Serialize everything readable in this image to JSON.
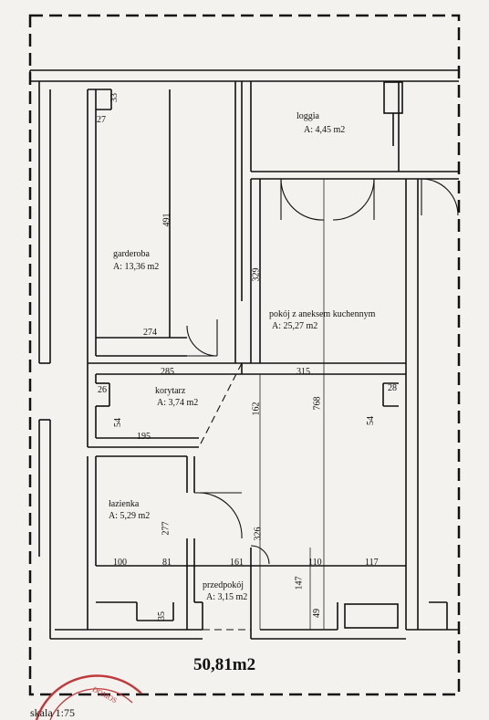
{
  "rooms": {
    "loggia": {
      "name": "loggia",
      "area": "A: 4,45 m2"
    },
    "garderoba": {
      "name": "garderoba",
      "area": "A: 13,36 m2"
    },
    "pokoj": {
      "name": "pokój z aneksem kuchennym",
      "area": "A: 25,27 m2"
    },
    "korytarz": {
      "name": "korytarz",
      "area": "A: 3,74 m2"
    },
    "lazienka": {
      "name": "łazienka",
      "area": "A: 5,29 m2"
    },
    "przedpokoj": {
      "name": "przedpokój",
      "area": "A: 3,15 m2"
    }
  },
  "dimensions": {
    "d33": "33",
    "d27": "27",
    "d491": "491",
    "d274": "274",
    "d329": "329",
    "d285": "285",
    "d315": "315",
    "d26": "26",
    "d28": "28",
    "d54a": "54",
    "d54b": "54",
    "d162": "162",
    "d768": "768",
    "d195": "195",
    "d277": "277",
    "d326": "326",
    "d100": "100",
    "d81": "81",
    "d161": "161",
    "d110": "110",
    "d117": "117",
    "d147": "147",
    "d35": "35",
    "d49": "49"
  },
  "total_area": "50,81m2",
  "scale": "skala 1:75",
  "stamp_text": "DOMOS"
}
